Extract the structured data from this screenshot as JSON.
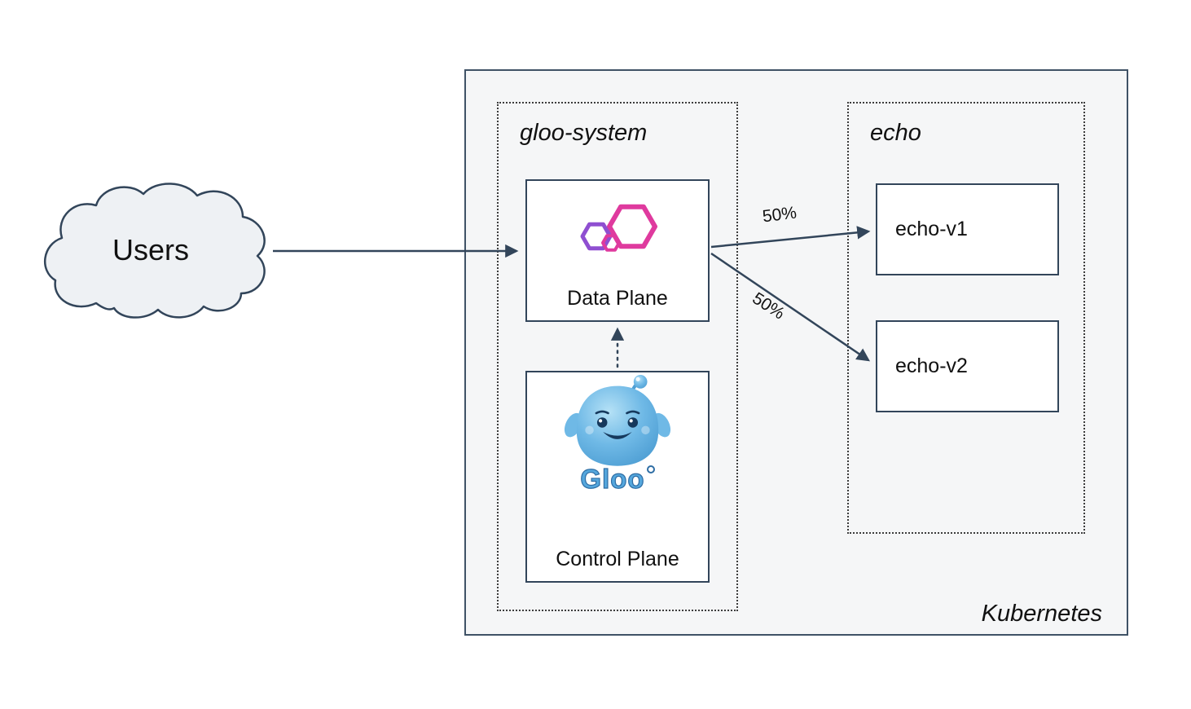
{
  "diagram": {
    "users_label": "Users",
    "kubernetes_label": "Kubernetes",
    "namespaces": [
      {
        "label": "gloo-system"
      },
      {
        "label": "echo"
      }
    ],
    "nodes": {
      "data_plane": {
        "label": "Data Plane"
      },
      "control_plane": {
        "label": "Control Plane",
        "wordmark": "Gloo"
      },
      "echo_v1": {
        "label": "echo-v1"
      },
      "echo_v2": {
        "label": "echo-v2"
      }
    },
    "edges": {
      "users_to_dataplane": {
        "label": ""
      },
      "to_echo_v1": {
        "label": "50%"
      },
      "to_echo_v2": {
        "label": "50%"
      }
    },
    "colors": {
      "stroke": "#32455a",
      "k8s_background": "#f5f6f7",
      "gloo_pink": "#df3a9e",
      "gloo_purple": "#8f4fd1",
      "gloo_blue": "#55a7dd"
    }
  }
}
